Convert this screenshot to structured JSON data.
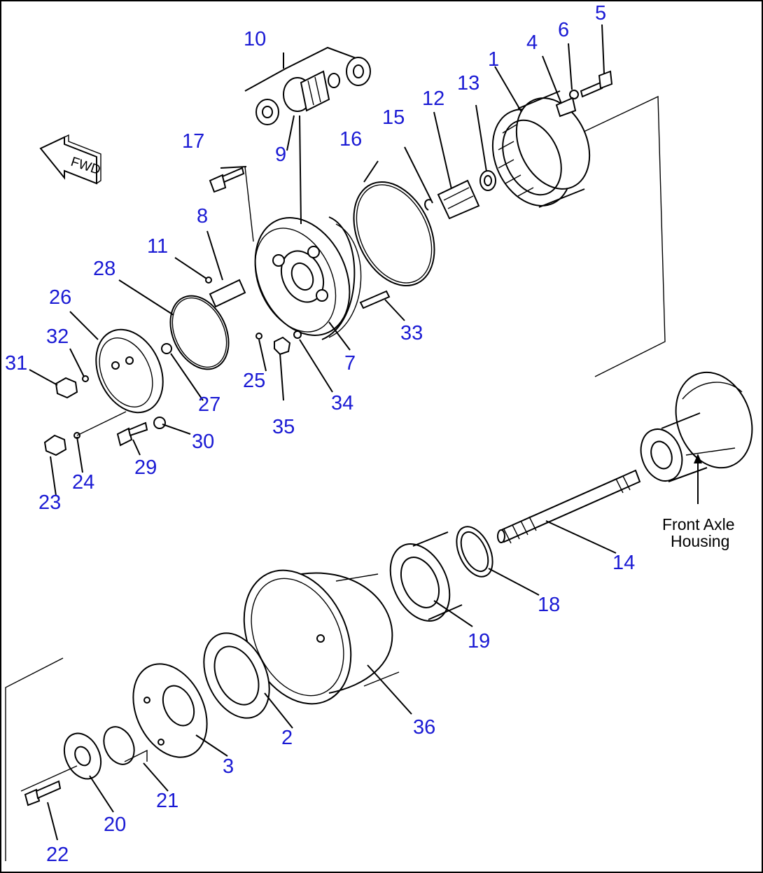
{
  "title": "",
  "colors": {
    "callout": "#1a1ad4",
    "line": "#000000",
    "background": "#ffffff"
  },
  "direction_marker": {
    "text": "FWD",
    "icon": "forward-arrow-icon"
  },
  "caption_lines": [
    "Front Axle",
    "Housing"
  ],
  "callouts": [
    {
      "id": "c1",
      "text": "1"
    },
    {
      "id": "c2",
      "text": "2"
    },
    {
      "id": "c3",
      "text": "3"
    },
    {
      "id": "c4",
      "text": "4"
    },
    {
      "id": "c5",
      "text": "5"
    },
    {
      "id": "c6",
      "text": "6"
    },
    {
      "id": "c7",
      "text": "7"
    },
    {
      "id": "c8",
      "text": "8"
    },
    {
      "id": "c9",
      "text": "9"
    },
    {
      "id": "c10",
      "text": "10"
    },
    {
      "id": "c11",
      "text": "11"
    },
    {
      "id": "c12",
      "text": "12"
    },
    {
      "id": "c13",
      "text": "13"
    },
    {
      "id": "c14",
      "text": "14"
    },
    {
      "id": "c15",
      "text": "15"
    },
    {
      "id": "c16",
      "text": "16"
    },
    {
      "id": "c17",
      "text": "17"
    },
    {
      "id": "c18",
      "text": "18"
    },
    {
      "id": "c19",
      "text": "19"
    },
    {
      "id": "c20",
      "text": "20"
    },
    {
      "id": "c21",
      "text": "21"
    },
    {
      "id": "c22",
      "text": "22"
    },
    {
      "id": "c23",
      "text": "23"
    },
    {
      "id": "c24",
      "text": "24"
    },
    {
      "id": "c25",
      "text": "25"
    },
    {
      "id": "c26",
      "text": "26"
    },
    {
      "id": "c27",
      "text": "27"
    },
    {
      "id": "c28",
      "text": "28"
    },
    {
      "id": "c29",
      "text": "29"
    },
    {
      "id": "c30",
      "text": "30"
    },
    {
      "id": "c31",
      "text": "31"
    },
    {
      "id": "c32",
      "text": "32"
    },
    {
      "id": "c33",
      "text": "33"
    },
    {
      "id": "c34",
      "text": "34"
    },
    {
      "id": "c35",
      "text": "35"
    },
    {
      "id": "c36",
      "text": "36"
    }
  ]
}
